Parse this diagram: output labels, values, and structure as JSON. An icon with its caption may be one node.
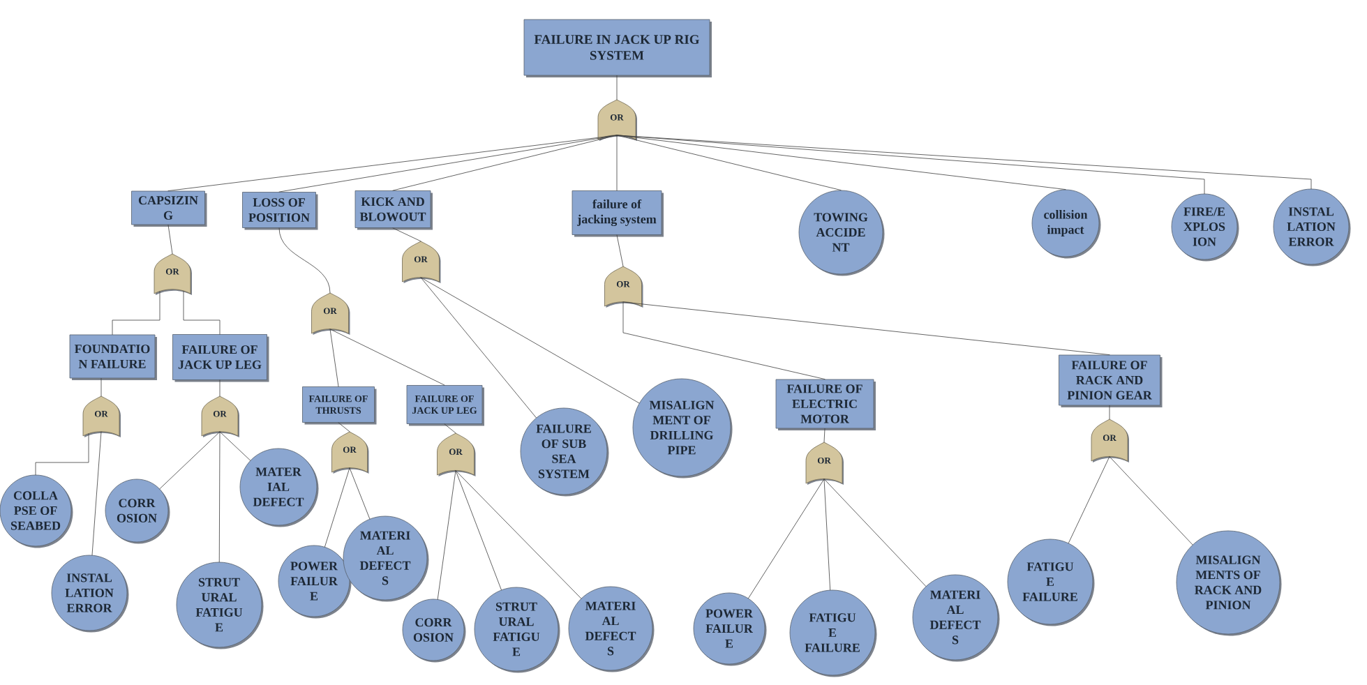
{
  "diagram": {
    "nodes": [
      {
        "text": [
          "FAILURE IN JACK UP RIG SYSTEM"
        ]
      },
      {
        "text": [
          "OR"
        ]
      },
      {
        "text": [
          "CAPSIZIN G"
        ]
      },
      {
        "text": [
          "LOSS OF POSITION"
        ]
      },
      {
        "text": [
          "KICK AND BLOWOUT"
        ]
      },
      {
        "text": [
          "failure of jacking system"
        ]
      },
      {
        "text": [
          "TOWING ACCIDE NT"
        ]
      },
      {
        "text": [
          "collision impact"
        ]
      },
      {
        "text": [
          "FIRE/E XPLOS ION"
        ]
      },
      {
        "text": [
          "INSTAL LATION ERROR"
        ]
      },
      {
        "text": [
          "OR"
        ]
      },
      {
        "text": [
          "OR"
        ]
      },
      {
        "text": [
          "OR"
        ]
      },
      {
        "text": [
          "OR"
        ]
      },
      {
        "text": [
          "FOUNDATIO N FAILURE"
        ]
      },
      {
        "text": [
          "FAILURE OF JACK UP LEG"
        ]
      },
      {
        "text": [
          "FAILURE OF THRUSTS"
        ]
      },
      {
        "text": [
          "FAILURE OF JACK UP LEG"
        ]
      },
      {
        "text": [
          "FAILURE OF SUB SEA SYSTEM"
        ]
      },
      {
        "text": [
          "MISALIGN MENT OF DRILLING PIPE"
        ]
      },
      {
        "text": [
          "FAILURE OF ELECTRIC MOTOR"
        ]
      },
      {
        "text": [
          "FAILURE OF RACK AND PINION GEAR"
        ]
      },
      {
        "text": [
          "OR"
        ]
      },
      {
        "text": [
          "OR"
        ]
      },
      {
        "text": [
          "OR"
        ]
      },
      {
        "text": [
          "OR"
        ]
      },
      {
        "text": [
          "OR"
        ]
      },
      {
        "text": [
          "OR"
        ]
      },
      {
        "text": [
          "COLLA PSE OF SEABED"
        ]
      },
      {
        "text": [
          "INSTAL LATION ERROR"
        ]
      },
      {
        "text": [
          "CORR OSION"
        ]
      },
      {
        "text": [
          "STRUT URAL FATIGU E"
        ]
      },
      {
        "text": [
          "MATER IAL DEFECT"
        ]
      },
      {
        "text": [
          "POWER FAILUR E"
        ]
      },
      {
        "text": [
          "MATERI AL DEFECT S"
        ]
      },
      {
        "text": [
          "CORR OSION"
        ]
      },
      {
        "text": [
          "STRUT URAL FATIGU E"
        ]
      },
      {
        "text": [
          "MATERI AL DEFECT S"
        ]
      },
      {
        "text": [
          "POWER FAILUR E"
        ]
      },
      {
        "text": [
          "FATIGU E FAILURE"
        ]
      },
      {
        "text": [
          "MATERI AL DEFECT S"
        ]
      },
      {
        "text": [
          "FATIGU E FAILURE"
        ]
      },
      {
        "text": [
          "MISALIGN MENTS OF RACK AND PINION"
        ]
      }
    ],
    "edges": [
      {
        "from": 0,
        "to": 1,
        "arrow": "none"
      },
      {
        "from": 1,
        "to": 2,
        "arrow": "none"
      },
      {
        "from": 1,
        "to": 3,
        "arrow": "none"
      },
      {
        "from": 1,
        "to": 4,
        "arrow": "none"
      },
      {
        "from": 1,
        "to": 5,
        "arrow": "none"
      },
      {
        "from": 1,
        "to": 6,
        "arrow": "none"
      },
      {
        "from": 1,
        "to": 7,
        "arrow": "none"
      },
      {
        "from": 1,
        "to": 8,
        "arrow": "none"
      },
      {
        "from": 1,
        "to": 9,
        "arrow": "none"
      },
      {
        "from": 2,
        "to": 10,
        "arrow": "none"
      },
      {
        "from": 3,
        "to": 11,
        "arrow": "none"
      },
      {
        "from": 4,
        "to": 12,
        "arrow": "none"
      },
      {
        "from": 5,
        "to": 13,
        "arrow": "none"
      },
      {
        "from": 10,
        "to": 14,
        "arrow": "none"
      },
      {
        "from": 10,
        "to": 15,
        "arrow": "none"
      },
      {
        "from": 11,
        "to": 16,
        "arrow": "none"
      },
      {
        "from": 11,
        "to": 17,
        "arrow": "none"
      },
      {
        "from": 12,
        "to": 18,
        "arrow": "none"
      },
      {
        "from": 12,
        "to": 19,
        "arrow": "none"
      },
      {
        "from": 13,
        "to": 20,
        "arrow": "none"
      },
      {
        "from": 13,
        "to": 21,
        "arrow": "none"
      },
      {
        "from": 14,
        "to": 22,
        "arrow": "none"
      },
      {
        "from": 15,
        "to": 23,
        "arrow": "none"
      },
      {
        "from": 16,
        "to": 24,
        "arrow": "none"
      },
      {
        "from": 17,
        "to": 25,
        "arrow": "none"
      },
      {
        "from": 20,
        "to": 26,
        "arrow": "none"
      },
      {
        "from": 21,
        "to": 27,
        "arrow": "none"
      },
      {
        "from": 22,
        "to": 28,
        "arrow": "none"
      },
      {
        "from": 22,
        "to": 29,
        "arrow": "none"
      },
      {
        "from": 23,
        "to": 30,
        "arrow": "none"
      },
      {
        "from": 23,
        "to": 31,
        "arrow": "none"
      },
      {
        "from": 23,
        "to": 32,
        "arrow": "none"
      },
      {
        "from": 24,
        "to": 33,
        "arrow": "none"
      },
      {
        "from": 24,
        "to": 34,
        "arrow": "none"
      },
      {
        "from": 25,
        "to": 35,
        "arrow": "none"
      },
      {
        "from": 25,
        "to": 36,
        "arrow": "none"
      },
      {
        "from": 25,
        "to": 37,
        "arrow": "none"
      },
      {
        "from": 26,
        "to": 38,
        "arrow": "none"
      },
      {
        "from": 26,
        "to": 39,
        "arrow": "none"
      },
      {
        "from": 26,
        "to": 40,
        "arrow": "none"
      },
      {
        "from": 27,
        "to": 41,
        "arrow": "none"
      },
      {
        "from": 27,
        "to": 42,
        "arrow": "none"
      }
    ]
  }
}
